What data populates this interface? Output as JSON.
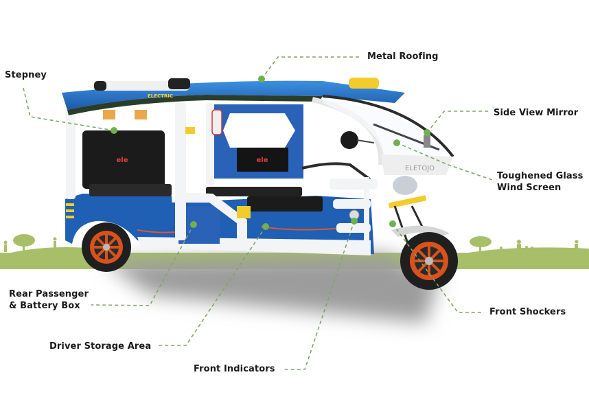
{
  "diagram": {
    "subject": "Electric rickshaw (e-rickshaw) feature callouts",
    "colors": {
      "leader_line": "#7fa66a",
      "anchor_dot": "#6fb04f",
      "ground": "#a8bf6a",
      "shadow": "#9c9c9c",
      "body_blue": "#1f5fb4",
      "frame_white": "#f3f4f6",
      "wheel_orange": "#d8521c",
      "accent_yellow": "#f2cc2e",
      "label_text": "#1a1a1a"
    },
    "branding": {
      "roof_text": "ELECTRIC",
      "windscreen_text": "ELETOJO",
      "logo": "ele"
    },
    "callouts": [
      {
        "id": "stepney",
        "lines": [
          "Stepney"
        ]
      },
      {
        "id": "metal-roofing",
        "lines": [
          "Metal Roofing"
        ]
      },
      {
        "id": "side-view-mirror",
        "lines": [
          "Side View Mirror"
        ]
      },
      {
        "id": "toughened-glass",
        "lines": [
          "Toughened Glass",
          "Wind Screen"
        ]
      },
      {
        "id": "rear-passenger",
        "lines": [
          "Rear Passenger",
          "& Battery Box"
        ]
      },
      {
        "id": "driver-storage",
        "lines": [
          "Driver Storage Area"
        ]
      },
      {
        "id": "front-indicators",
        "lines": [
          "Front Indicators"
        ]
      },
      {
        "id": "front-shockers",
        "lines": [
          "Front Shockers"
        ]
      }
    ]
  }
}
